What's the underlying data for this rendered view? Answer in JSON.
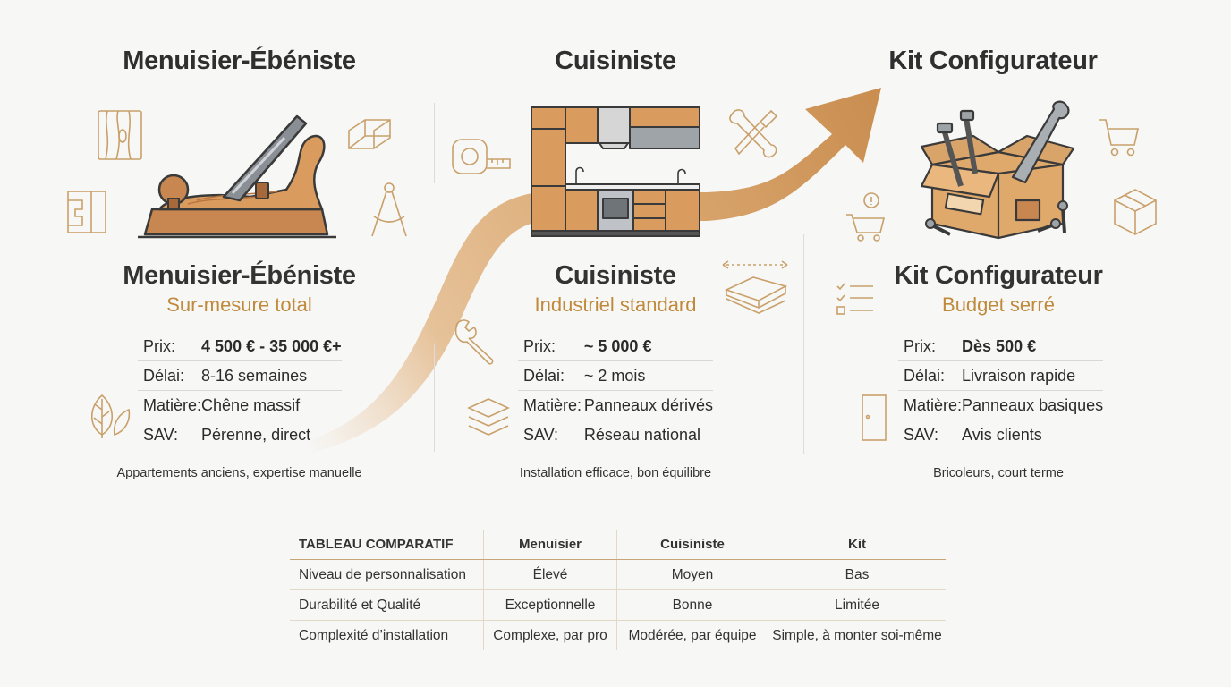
{
  "columns": [
    {
      "header": "Menuisier-Ébéniste",
      "card_title": "Menuisier-Ébéniste",
      "subtitle": "Sur-mesure total",
      "specs": [
        {
          "label": "Prix:",
          "value": "4 500 € - 35 000 €+",
          "bold": true
        },
        {
          "label": "Délai:",
          "value": "8-16 semaines"
        },
        {
          "label": "Matière:",
          "value": "Chêne massif"
        },
        {
          "label": "SAV:",
          "value": "Pérenne, direct"
        }
      ],
      "footnote": "Appartements anciens, expertise manuelle"
    },
    {
      "header": "Cuisiniste",
      "card_title": "Cuisiniste",
      "subtitle": "Industriel standard",
      "specs": [
        {
          "label": "Prix:",
          "value": "~ 5 000 €",
          "bold": true
        },
        {
          "label": "Délai:",
          "value": "~ 2 mois"
        },
        {
          "label": "Matière:",
          "value": "Panneaux dérivés"
        },
        {
          "label": "SAV:",
          "value": "Réseau national"
        }
      ],
      "footnote": "Installation efficace, bon équilibre"
    },
    {
      "header": "Kit Configurateur",
      "card_title": "Kit Configurateur",
      "subtitle": "Budget serré",
      "specs": [
        {
          "label": "Prix:",
          "value": "Dès 500 €",
          "bold": true
        },
        {
          "label": "Délai:",
          "value": "Livraison rapide"
        },
        {
          "label": "Matière:",
          "value": "Panneaux basiques"
        },
        {
          "label": "SAV:",
          "value": "Avis clients"
        }
      ],
      "footnote": "Bricoleurs, court terme"
    }
  ],
  "comparison": {
    "headers": [
      "TABLEAU COMPARATIF",
      "Menuisier",
      "Cuisiniste",
      "Kit"
    ],
    "rows": [
      [
        "Niveau de personnalisation",
        "Élevé",
        "Moyen",
        "Bas"
      ],
      [
        "Durabilité et Qualité",
        "Exceptionnelle",
        "Bonne",
        "Limitée"
      ],
      [
        "Complexité d’installation",
        "Complexe, par pro",
        "Modérée, par équipe",
        "Simple, à monter soi-même"
      ]
    ]
  },
  "colors": {
    "accent": "#c08a3c",
    "wood": "#d9a46a",
    "wood_dark": "#a7693a",
    "line_icons": "#c9a06a",
    "outline": "#3a3a3a"
  },
  "icons": [
    "wood-grain-icon",
    "joint-icon",
    "hand-plane-icon",
    "dovetail-icon",
    "compass-icon",
    "leaf-icon",
    "tape-measure-icon",
    "kitchen-icon",
    "tools-icon",
    "panels-icon",
    "wrench-icon",
    "layers-icon",
    "cardboard-box-icon",
    "cart-icon",
    "package-icon",
    "cart-idea-icon",
    "checklist-icon",
    "panel-icon"
  ]
}
